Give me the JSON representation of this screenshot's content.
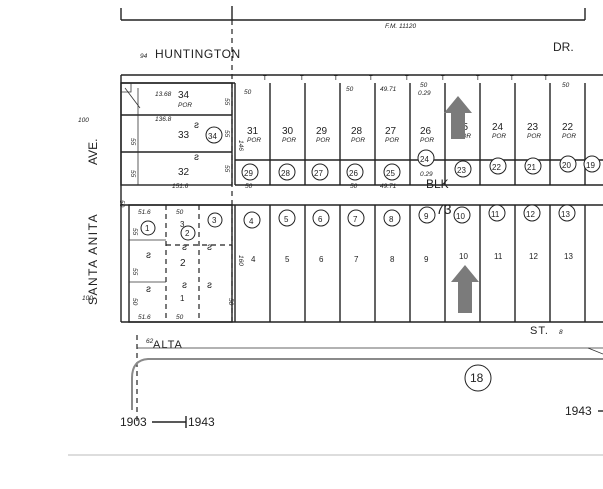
{
  "streets": {
    "huntington_prefix": "94",
    "huntington": "HUNTINGTON",
    "dr": "DR.",
    "fm": "F.M. 11120",
    "santa_anita": "SANTA  ANITA",
    "ave": "AVE.",
    "alta_prefix": "62",
    "alta": "ALTA",
    "st": "ST.",
    "st_suffix": "8"
  },
  "block": {
    "prefix": "BLK",
    "number": "73",
    "circle": "18"
  },
  "years": {
    "left_from": "1903",
    "left_to": "1943",
    "right": "1943"
  },
  "margin_numbers": {
    "upper": "100",
    "lower": "100"
  },
  "lot_numbers_top": [
    "31",
    "30",
    "29",
    "28",
    "27",
    "26",
    "25",
    "24",
    "23",
    "22"
  ],
  "lot_tags_top": [
    "POR",
    "POR",
    "POR",
    "POR",
    "POR",
    "POR",
    "POR",
    "POR",
    "POR",
    "POR"
  ],
  "parcels_top": [
    "29",
    "28",
    "27",
    "26",
    "25",
    "24",
    "23",
    "22",
    "21",
    "20",
    "19"
  ],
  "lot_numbers_bottom": [
    "4",
    "5",
    "6",
    "7",
    "8",
    "9",
    "10",
    "11",
    "12",
    "13"
  ],
  "parcels_bottom": [
    "4",
    "5",
    "6",
    "7",
    "8",
    "9",
    "10",
    "11",
    "12",
    "13"
  ],
  "left_lots_top": [
    "34",
    "33",
    "32"
  ],
  "left_lot_tags": [
    "POR"
  ],
  "left_parcels_top": [
    "34"
  ],
  "left_lots_bottom": [
    "3",
    "2",
    "1"
  ],
  "left_parcels_bottom": [
    "1",
    "2",
    "3"
  ],
  "dims": {
    "d50": "50",
    "d55": "55",
    "d4971": "49.71",
    "d029": "0.29",
    "d1516": "151.6",
    "d516": "51.6",
    "d160": "160",
    "d1368": "13.68",
    "d1358": "136.8",
    "d146": "146"
  },
  "arrow_color": "#7b7b7b"
}
